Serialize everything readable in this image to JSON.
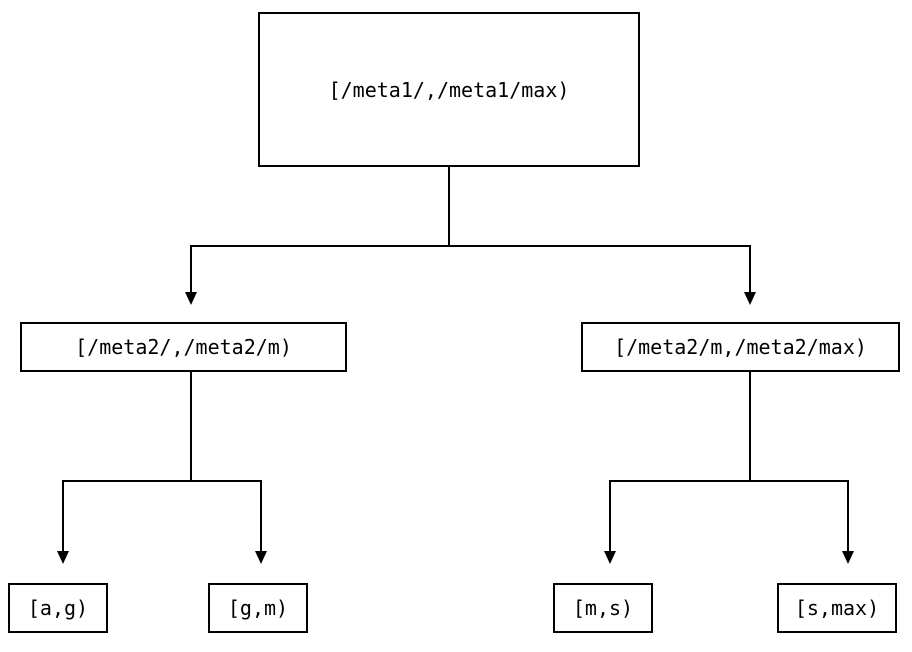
{
  "diagram": {
    "type": "tree",
    "title": "range-partition-tree",
    "orientation": "top-down",
    "background_color": "#ffffff",
    "line_color": "#000000",
    "text_color": "#000000",
    "nodes": {
      "root": {
        "label": "[/meta1/,/meta1/max)",
        "level": 0
      },
      "mid_left": {
        "label": "[/meta2/,/meta2/m)",
        "level": 1
      },
      "mid_right": {
        "label": "[/meta2/m,/meta2/max)",
        "level": 1
      },
      "leaf_ag": {
        "label": "[a,g)",
        "level": 2
      },
      "leaf_gm": {
        "label": "[g,m)",
        "level": 2
      },
      "leaf_ms": {
        "label": "[m,s)",
        "level": 2
      },
      "leaf_smax": {
        "label": "[s,max)",
        "level": 2
      }
    },
    "edges": [
      {
        "from": "root",
        "to": "mid_left",
        "arrow": "down-triangle"
      },
      {
        "from": "root",
        "to": "mid_right",
        "arrow": "down-triangle"
      },
      {
        "from": "mid_left",
        "to": "leaf_ag",
        "arrow": "down-triangle"
      },
      {
        "from": "mid_left",
        "to": "leaf_gm",
        "arrow": "down-triangle"
      },
      {
        "from": "mid_right",
        "to": "leaf_ms",
        "arrow": "down-triangle"
      },
      {
        "from": "mid_right",
        "to": "leaf_smax",
        "arrow": "down-triangle"
      }
    ]
  }
}
